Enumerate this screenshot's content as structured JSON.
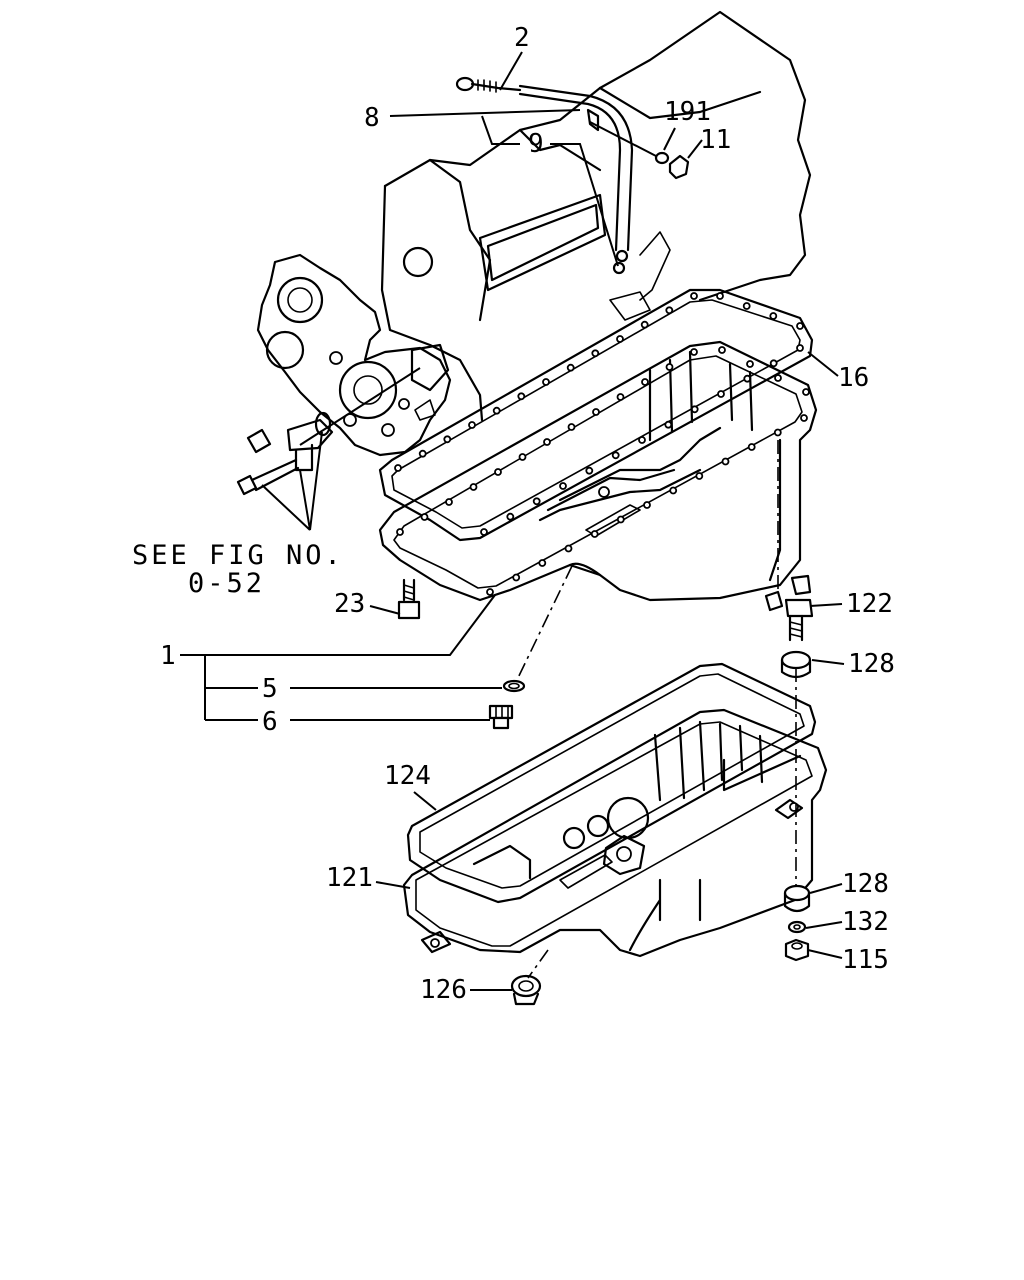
{
  "callouts": {
    "c2": "2",
    "c8": "8",
    "c9": "9",
    "c191": "191",
    "c11": "11",
    "c16": "16",
    "c23": "23",
    "c1": "1",
    "c5": "5",
    "c6": "6",
    "c122": "122",
    "c128a": "128",
    "c124": "124",
    "c121": "121",
    "c128b": "128",
    "c132": "132",
    "c115": "115",
    "c126": "126"
  },
  "reference": {
    "line1": "SEE FIG NO.",
    "line2": "0-52"
  }
}
